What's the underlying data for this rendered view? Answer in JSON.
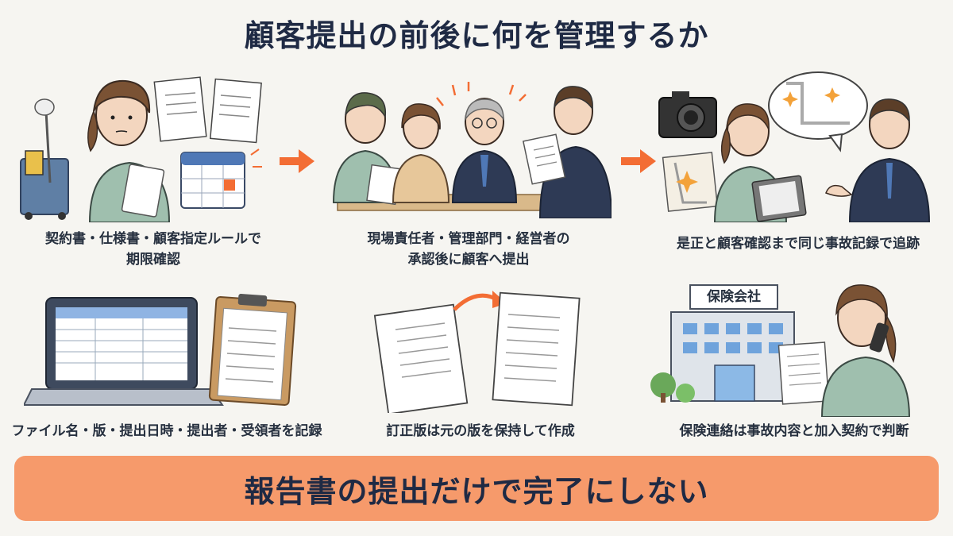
{
  "title": "顧客提出の前後に何を管理するか",
  "captions": {
    "deadline": "契約書・仕様書・顧客指定ルールで\n期限確認",
    "approval": "現場責任者・管理部門・経営者の\n承認後に顧客へ提出",
    "tracking": "是正と顧客確認まで同じ事故記録で追跡",
    "filelog": "ファイル名・版・提出日時・提出者・受領者を記録",
    "revision": "訂正版は元の版を保持して作成",
    "insurance": "保険連絡は事故内容と加入契約で判断"
  },
  "building_sign": "保険会社",
  "banner": "報告書の提出だけで完了にしない",
  "colors": {
    "accent": "#f36d34",
    "banner": "#f69a6b",
    "title": "#1f2a44",
    "uniform": "#9fbfae"
  }
}
